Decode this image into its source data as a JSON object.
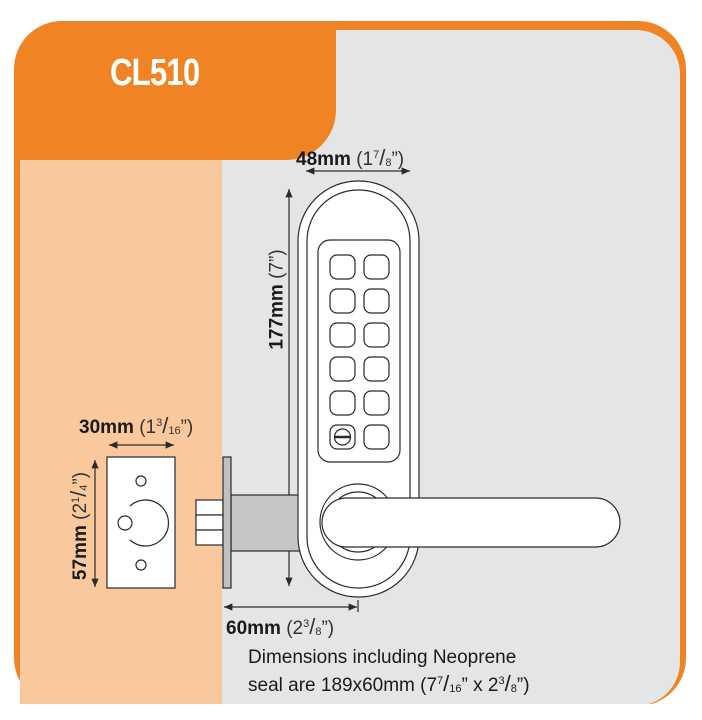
{
  "title": "CL510",
  "colors": {
    "orange": "#f08424",
    "peach": "#f9c89c",
    "grey": "#e4e5e7",
    "line": "#2a2a2a"
  },
  "dimensions": {
    "width": {
      "mm": "48mm",
      "open": "(1",
      "num": "7",
      "den": "8",
      "close": "”)"
    },
    "height": {
      "mm": "177mm",
      "open": "(7”)"
    },
    "strike_width": {
      "mm": "30mm",
      "open": "(1",
      "num": "3",
      "den": "16",
      "close": "”)"
    },
    "strike_height": {
      "mm": "57mm",
      "open": "(2",
      "num": "1",
      "den": "4",
      "close": "”)"
    },
    "depth": {
      "mm": "60mm",
      "open": "(2",
      "num": "3",
      "den": "8",
      "close": "”)"
    }
  },
  "note": {
    "line1": "Dimensions including Neoprene",
    "line2_a": "seal are 189x60mm (7",
    "line2_num1": "7",
    "line2_den1": "16",
    "line2_b": "” x 2",
    "line2_num2": "3",
    "line2_den2": "8",
    "line2_c": "”)"
  }
}
